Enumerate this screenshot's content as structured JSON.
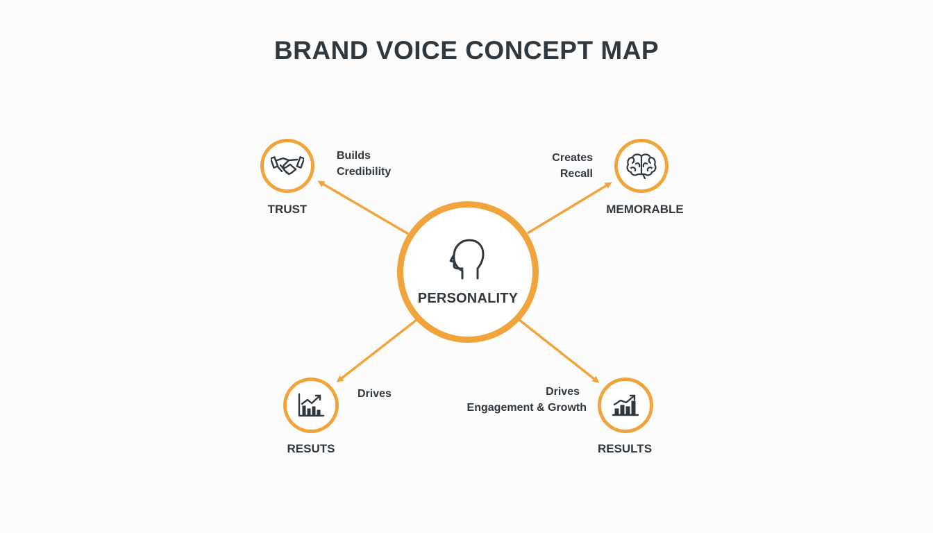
{
  "title": "BRAND VOICE CONCEPT MAP",
  "accent_color": "#f0a43b",
  "text_color": "#30373d",
  "center": {
    "label": "PERSONALITY",
    "icon": "head-profile-icon"
  },
  "nodes": {
    "trust": {
      "label": "TRUST",
      "icon": "handshake-icon",
      "edge_label": [
        "Builds",
        "Credibility"
      ]
    },
    "memorable": {
      "label": "MEMORABLE",
      "icon": "brain-icon",
      "edge_label": [
        "Creates",
        "Recall"
      ]
    },
    "resuts": {
      "label": "RESUTS",
      "icon": "growth-chart-icon",
      "edge_label": [
        "Drives"
      ]
    },
    "results": {
      "label": "RESULTS",
      "icon": "bar-chart-up-icon",
      "edge_label": [
        "Drives",
        "Engagement & Growth"
      ]
    }
  }
}
